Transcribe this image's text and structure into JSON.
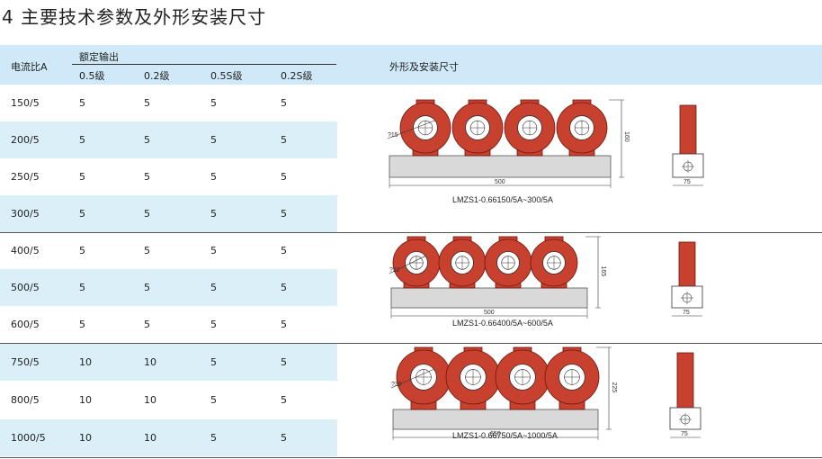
{
  "title": "4 主要技术参数及外形安装尺寸",
  "table": {
    "col_ratio": "电流比A",
    "group_label": "额定输出",
    "col_05": "0.5级",
    "col_02": "0.2级",
    "col_05s": "0.5S级",
    "col_02s": "0.2S级",
    "col_figure": "外形及安装尺寸",
    "rows": [
      {
        "ratio": "150/5",
        "c05": "5",
        "c02": "5",
        "c05s": "5",
        "c02s": "5"
      },
      {
        "ratio": "200/5",
        "c05": "5",
        "c02": "5",
        "c05s": "5",
        "c02s": "5"
      },
      {
        "ratio": "250/5",
        "c05": "5",
        "c02": "5",
        "c05s": "5",
        "c02s": "5"
      },
      {
        "ratio": "300/5",
        "c05": "5",
        "c02": "5",
        "c05s": "5",
        "c02s": "5"
      },
      {
        "ratio": "400/5",
        "c05": "5",
        "c02": "5",
        "c05s": "5",
        "c02s": "5"
      },
      {
        "ratio": "500/5",
        "c05": "5",
        "c02": "5",
        "c05s": "5",
        "c02s": "5"
      },
      {
        "ratio": "600/5",
        "c05": "5",
        "c02": "5",
        "c05s": "5",
        "c02s": "5"
      },
      {
        "ratio": "750/5",
        "c05": "10",
        "c02": "10",
        "c05s": "5",
        "c02s": "5"
      },
      {
        "ratio": "800/5",
        "c05": "10",
        "c02": "10",
        "c05s": "5",
        "c02s": "5"
      },
      {
        "ratio": "1000/5",
        "c05": "10",
        "c02": "10",
        "c05s": "5",
        "c02s": "5"
      }
    ]
  },
  "figures": [
    {
      "dia": "?15",
      "height": "160",
      "width": "500",
      "side": "75",
      "caption": "LMZS1-0.66150/5A~300/5A"
    },
    {
      "dia": "?22",
      "height": "165",
      "width": "500",
      "side": "75",
      "caption": "LMZS1-0.66400/5A~600/5A"
    },
    {
      "dia": "?35",
      "height": "225",
      "width": "650",
      "side": "75",
      "caption": "LMZS1-0.66750/5A~1000/5A"
    }
  ],
  "colors": {
    "header_bg": "#cfe9f8",
    "row_alt_bg": "#dbeff9",
    "ct_body": "#c8402e",
    "base": "#d9d9d9"
  }
}
